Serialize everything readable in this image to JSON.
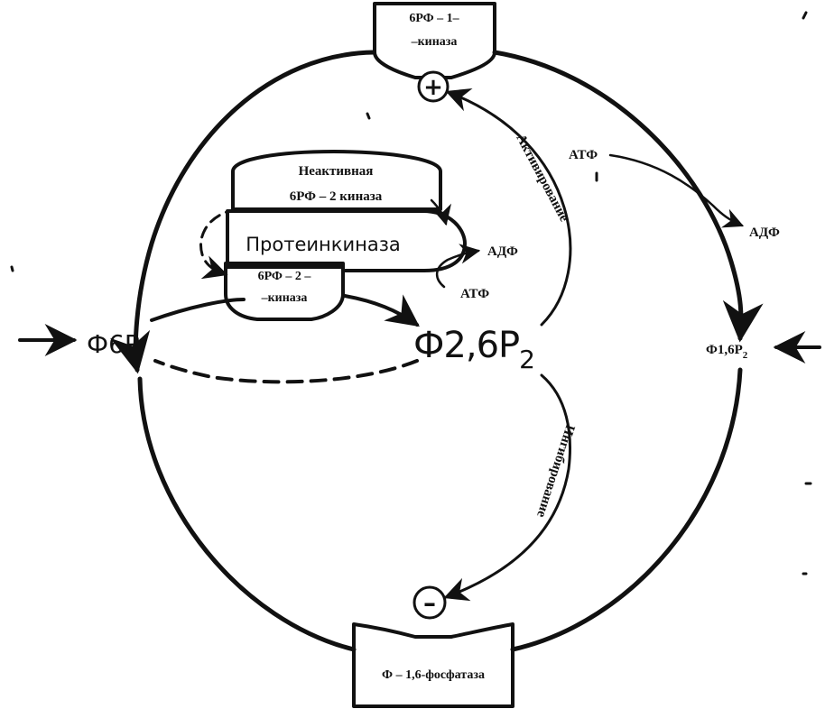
{
  "diagram": {
    "nodes": {
      "pfk1": {
        "line1": "6РФ – 1–",
        "line2": "–киназа"
      },
      "inactive": {
        "line1": "Неактивная",
        "line2": "6РФ – 2  киназа"
      },
      "proteinkinase": {
        "label": "Протеинкиназа"
      },
      "pfk2": {
        "line1": "6РФ – 2 –",
        "line2": "–киназа"
      },
      "fbpase": {
        "label": "Ф – 1,6-фосфатаза"
      },
      "f6p": {
        "label": "Ф6Р"
      },
      "f26p2": {
        "main": "Ф2,6Р",
        "sub": "2"
      },
      "f16p2": {
        "main": "Ф1,6Р",
        "sub": "2"
      }
    },
    "metabolites": {
      "atp_right": "АТФ",
      "adp_right": "АДФ",
      "adp_mid": "АДФ",
      "atp_mid": "АТФ"
    },
    "edges": {
      "activation": "Активирование",
      "inhibition": "Ингибирование"
    },
    "signs": {
      "plus": "+",
      "minus": "–"
    }
  }
}
